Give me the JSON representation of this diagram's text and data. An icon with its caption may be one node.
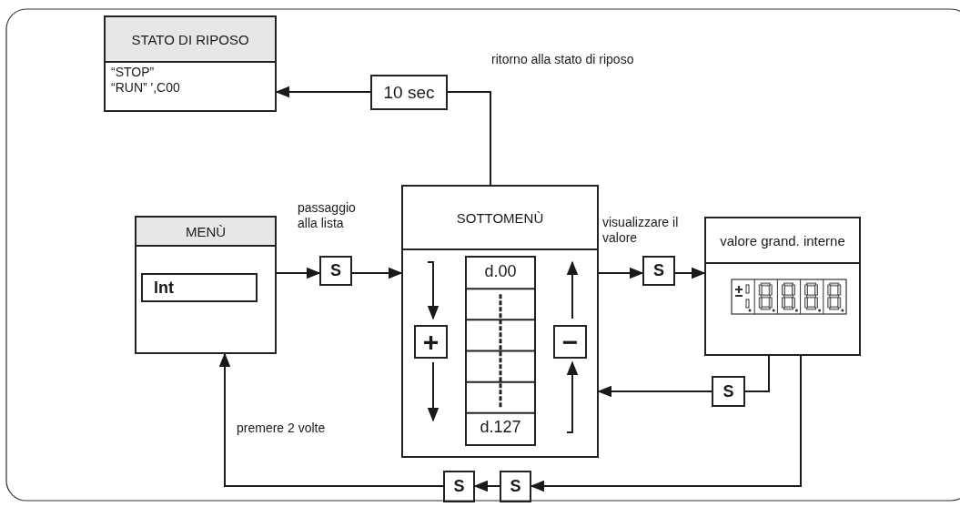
{
  "diagram": {
    "nodes": [
      {
        "text": [
          "STATO DI RIPOSO",
          "“STOP”",
          "“RUN” ',C00"
        ]
      },
      {
        "text": [
          "10 sec"
        ]
      },
      {
        "text": [
          "MENÙ"
        ]
      },
      {
        "text": [
          "Int"
        ],
        "in": 2
      },
      {
        "text": [
          "S"
        ],
        "beside": [
          "passaggio alla lista"
        ]
      },
      {
        "text": [
          "SOTTOMENÙ"
        ]
      },
      {
        "text": [
          "d.00",
          "d.127"
        ],
        "in": 5
      },
      {
        "text": [
          "+"
        ],
        "in": 5
      },
      {
        "text": [
          "−"
        ],
        "in": 5
      },
      {
        "text": [
          "S"
        ],
        "beside": [
          "visualizzare il valore"
        ]
      },
      {
        "text": [
          "valore grand. interne"
        ]
      },
      {
        "text": [
          "S"
        ]
      },
      {
        "text": [
          "S"
        ]
      },
      {
        "text": [
          "S"
        ]
      }
    ],
    "edges": [
      {
        "from": 5,
        "to": 1,
        "arrow": "none"
      },
      {
        "from": 1,
        "to": 0,
        "arrow": "to"
      },
      {
        "from": 2,
        "to": 4,
        "arrow": "to"
      },
      {
        "from": 4,
        "to": 5,
        "arrow": "to"
      },
      {
        "from": 5,
        "to": 9,
        "arrow": "to"
      },
      {
        "from": 9,
        "to": 10,
        "arrow": "to"
      },
      {
        "from": 10,
        "to": 11,
        "arrow": "none"
      },
      {
        "from": 11,
        "to": 5,
        "arrow": "to"
      },
      {
        "from": 10,
        "to": 12,
        "arrow": "to"
      },
      {
        "from": 12,
        "to": 13,
        "arrow": "to"
      },
      {
        "from": 13,
        "to": 2,
        "arrow": "to"
      }
    ],
    "labels": [
      "ritorno alla stato di riposo",
      "premere 2 volte"
    ]
  }
}
